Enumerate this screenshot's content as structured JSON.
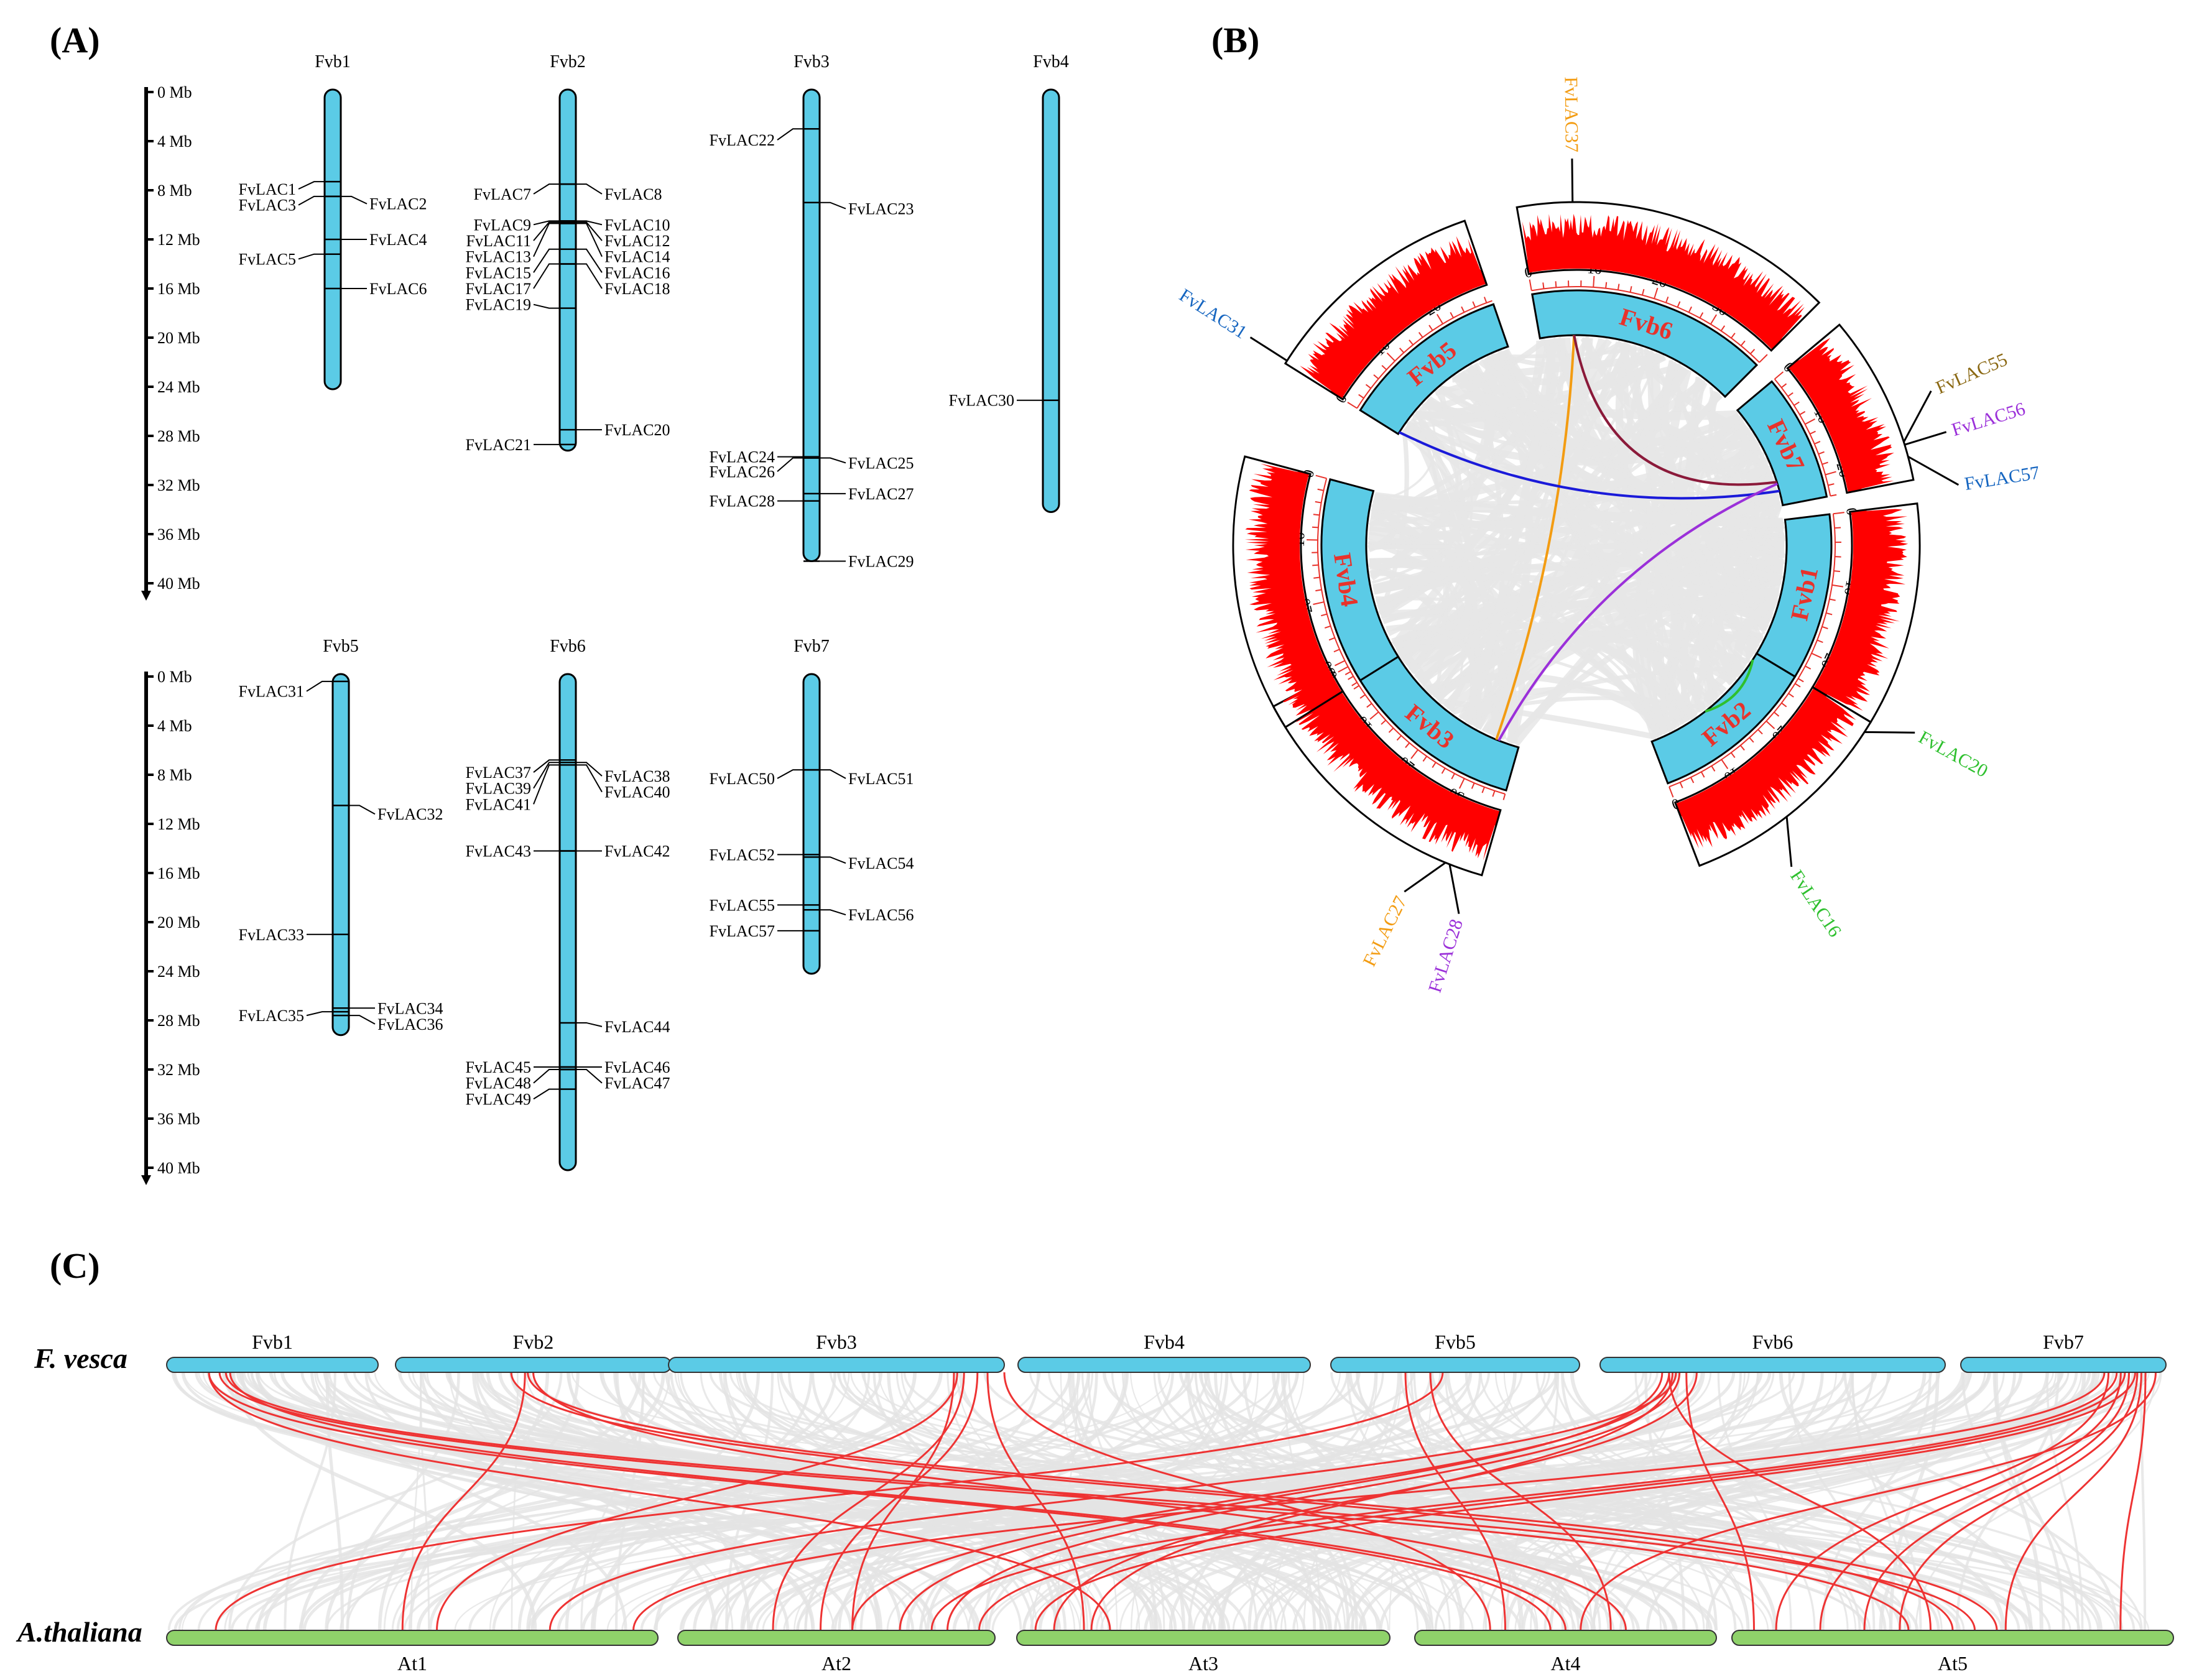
{
  "panels": {
    "a": "(A)",
    "b": "(B)",
    "c": "(C)"
  },
  "colors": {
    "chromosome": "#5bcbe6",
    "density": "#ff0000",
    "ribbon": "#eeeeee",
    "link_red": "#ee3333",
    "nuclear": "#8fd26a",
    "FvLAC37": "#f39c12",
    "FvLAC31": "#1565c0",
    "FvLAC55": "#8b6914",
    "FvLAC56": "#9b30d9",
    "FvLAC57": "#1565c0",
    "FvLAC28": "#9b30d9",
    "FvLAC27": "#f39c12",
    "FvLAC20": "#2ec02e",
    "FvLAC16": "#2ec02e"
  },
  "map": {
    "scale_labels": [
      "0 Mb",
      "4 Mb",
      "8 Mb",
      "12 Mb",
      "16 Mb",
      "20 Mb",
      "24 Mb",
      "28 Mb",
      "32 Mb",
      "36 Mb",
      "40 Mb"
    ],
    "scale_max_mb": 40,
    "rows": [
      {
        "chromosomes": [
          {
            "name": "Fvb1",
            "length_mb": 24,
            "genes": [
              {
                "name": "FvLAC1",
                "mb": 7.3,
                "side": "left",
                "label_mb": 7.9
              },
              {
                "name": "FvLAC3",
                "mb": 8.5,
                "side": "left",
                "label_mb": 9.2
              },
              {
                "name": "FvLAC2",
                "mb": 8.5,
                "side": "right",
                "label_mb": 9.1
              },
              {
                "name": "FvLAC4",
                "mb": 12.0,
                "side": "right",
                "label_mb": 12.0
              },
              {
                "name": "FvLAC5",
                "mb": 13.2,
                "side": "left",
                "label_mb": 13.6
              },
              {
                "name": "FvLAC6",
                "mb": 16.0,
                "side": "right",
                "label_mb": 16.0
              }
            ]
          },
          {
            "name": "Fvb2",
            "length_mb": 29,
            "genes": [
              {
                "name": "FvLAC7",
                "mb": 7.5,
                "side": "left",
                "label_mb": 8.3
              },
              {
                "name": "FvLAC8",
                "mb": 7.5,
                "side": "right",
                "label_mb": 8.3
              },
              {
                "name": "FvLAC9",
                "mb": 10.5,
                "side": "left",
                "label_mb": 10.8
              },
              {
                "name": "FvLAC11",
                "mb": 10.6,
                "side": "left",
                "label_mb": 12.1
              },
              {
                "name": "FvLAC13",
                "mb": 10.7,
                "side": "left",
                "label_mb": 13.4
              },
              {
                "name": "FvLAC15",
                "mb": 12.8,
                "side": "left",
                "label_mb": 14.7
              },
              {
                "name": "FvLAC17",
                "mb": 14.0,
                "side": "left",
                "label_mb": 16.0
              },
              {
                "name": "FvLAC19",
                "mb": 17.6,
                "side": "left",
                "label_mb": 17.3
              },
              {
                "name": "FvLAC10",
                "mb": 10.5,
                "side": "right",
                "label_mb": 10.8
              },
              {
                "name": "FvLAC12",
                "mb": 10.6,
                "side": "right",
                "label_mb": 12.1
              },
              {
                "name": "FvLAC14",
                "mb": 10.7,
                "side": "right",
                "label_mb": 13.4
              },
              {
                "name": "FvLAC16",
                "mb": 12.8,
                "side": "right",
                "label_mb": 14.7
              },
              {
                "name": "FvLAC18",
                "mb": 14.0,
                "side": "right",
                "label_mb": 16.0
              },
              {
                "name": "FvLAC20",
                "mb": 27.5,
                "side": "right",
                "label_mb": 27.5
              },
              {
                "name": "FvLAC21",
                "mb": 28.7,
                "side": "left",
                "label_mb": 28.7
              }
            ]
          },
          {
            "name": "Fvb3",
            "length_mb": 38,
            "genes": [
              {
                "name": "FvLAC22",
                "mb": 3.0,
                "side": "left",
                "label_mb": 3.9
              },
              {
                "name": "FvLAC23",
                "mb": 9.0,
                "side": "right",
                "label_mb": 9.5
              },
              {
                "name": "FvLAC24",
                "mb": 29.7,
                "side": "left",
                "label_mb": 29.7
              },
              {
                "name": "FvLAC26",
                "mb": 29.8,
                "side": "left",
                "label_mb": 30.9
              },
              {
                "name": "FvLAC25",
                "mb": 29.8,
                "side": "right",
                "label_mb": 30.2
              },
              {
                "name": "FvLAC27",
                "mb": 32.7,
                "side": "right",
                "label_mb": 32.7
              },
              {
                "name": "FvLAC28",
                "mb": 33.3,
                "side": "left",
                "label_mb": 33.3
              },
              {
                "name": "FvLAC29",
                "mb": 38.2,
                "side": "right",
                "label_mb": 38.2
              }
            ]
          },
          {
            "name": "Fvb4",
            "length_mb": 34,
            "genes": [
              {
                "name": "FvLAC30",
                "mb": 25.1,
                "side": "left",
                "label_mb": 25.1
              }
            ]
          }
        ]
      },
      {
        "chromosomes": [
          {
            "name": "Fvb5",
            "length_mb": 29,
            "genes": [
              {
                "name": "FvLAC31",
                "mb": 0.4,
                "side": "left",
                "label_mb": 1.2
              },
              {
                "name": "FvLAC32",
                "mb": 10.5,
                "side": "right",
                "label_mb": 11.2
              },
              {
                "name": "FvLAC33",
                "mb": 21.0,
                "side": "left",
                "label_mb": 21.0
              },
              {
                "name": "FvLAC35",
                "mb": 27.3,
                "side": "left",
                "label_mb": 27.6
              },
              {
                "name": "FvLAC34",
                "mb": 27.0,
                "side": "right",
                "label_mb": 27.0
              },
              {
                "name": "FvLAC36",
                "mb": 27.6,
                "side": "right",
                "label_mb": 28.3
              }
            ]
          },
          {
            "name": "Fvb6",
            "length_mb": 40,
            "genes": [
              {
                "name": "FvLAC37",
                "mb": 6.8,
                "side": "left",
                "label_mb": 7.8
              },
              {
                "name": "FvLAC39",
                "mb": 7.0,
                "side": "left",
                "label_mb": 9.1
              },
              {
                "name": "FvLAC41",
                "mb": 7.2,
                "side": "left",
                "label_mb": 10.4
              },
              {
                "name": "FvLAC38",
                "mb": 7.0,
                "side": "right",
                "label_mb": 8.1
              },
              {
                "name": "FvLAC40",
                "mb": 7.2,
                "side": "right",
                "label_mb": 9.4
              },
              {
                "name": "FvLAC43",
                "mb": 14.2,
                "side": "left",
                "label_mb": 14.2
              },
              {
                "name": "FvLAC42",
                "mb": 14.2,
                "side": "right",
                "label_mb": 14.2
              },
              {
                "name": "FvLAC44",
                "mb": 28.2,
                "side": "right",
                "label_mb": 28.5
              },
              {
                "name": "FvLAC45",
                "mb": 31.8,
                "side": "left",
                "label_mb": 31.8
              },
              {
                "name": "FvLAC48",
                "mb": 32.0,
                "side": "left",
                "label_mb": 33.1
              },
              {
                "name": "FvLAC49",
                "mb": 33.6,
                "side": "left",
                "label_mb": 34.4
              },
              {
                "name": "FvLAC46",
                "mb": 31.8,
                "side": "right",
                "label_mb": 31.8
              },
              {
                "name": "FvLAC47",
                "mb": 32.0,
                "side": "right",
                "label_mb": 33.1
              }
            ]
          },
          {
            "name": "Fvb7",
            "length_mb": 24,
            "genes": [
              {
                "name": "FvLAC50",
                "mb": 7.6,
                "side": "left",
                "label_mb": 8.3
              },
              {
                "name": "FvLAC51",
                "mb": 7.6,
                "side": "right",
                "label_mb": 8.3
              },
              {
                "name": "FvLAC52",
                "mb": 14.5,
                "side": "left",
                "label_mb": 14.5
              },
              {
                "name": "FvLAC54",
                "mb": 14.7,
                "side": "right",
                "label_mb": 15.2
              },
              {
                "name": "FvLAC55",
                "mb": 18.6,
                "side": "left",
                "label_mb": 18.6
              },
              {
                "name": "FvLAC56",
                "mb": 19.0,
                "side": "right",
                "label_mb": 19.4
              },
              {
                "name": "FvLAC57",
                "mb": 20.7,
                "side": "left",
                "label_mb": 20.7
              }
            ]
          }
        ]
      }
    ]
  },
  "circos": {
    "chromosomes": [
      {
        "name": "Fvb1",
        "length_mb": 24,
        "ticks": [
          "0",
          "10",
          "20"
        ]
      },
      {
        "name": "Fvb2",
        "length_mb": 29,
        "ticks": [
          "0",
          "10",
          "20"
        ]
      },
      {
        "name": "Fvb3",
        "length_mb": 38,
        "ticks": [
          "0",
          "10",
          "20",
          "30"
        ]
      },
      {
        "name": "Fvb4",
        "length_mb": 34,
        "ticks": [
          "0",
          "10",
          "20",
          "30"
        ]
      },
      {
        "name": "Fvb5",
        "length_mb": 29,
        "ticks": [
          "0",
          "10",
          "20"
        ]
      },
      {
        "name": "Fvb6",
        "length_mb": 40,
        "ticks": [
          "0",
          "10",
          "20",
          "30"
        ]
      },
      {
        "name": "Fvb7",
        "length_mb": 24,
        "ticks": [
          "0",
          "10",
          "20"
        ]
      }
    ],
    "gene_labels": [
      "FvLAC37",
      "FvLAC31",
      "FvLAC55",
      "FvLAC56",
      "FvLAC57",
      "FvLAC28",
      "FvLAC27",
      "FvLAC20",
      "FvLAC16"
    ],
    "segmental_duplications": [
      {
        "a": "FvLAC37",
        "b": "FvLAC27"
      },
      {
        "a": "FvLAC31",
        "b": "FvLAC57"
      },
      {
        "a": "FvLAC37",
        "b": "FvLAC55"
      },
      {
        "a": "FvLAC28",
        "b": "FvLAC56"
      },
      {
        "a": "FvLAC20",
        "b": "FvLAC16"
      }
    ]
  },
  "synteny": {
    "top_species": "F. vesca",
    "bottom_species": "A.thaliana",
    "top": [
      {
        "name": "Fvb1",
        "length_mb": 24
      },
      {
        "name": "Fvb2",
        "length_mb": 29
      },
      {
        "name": "Fvb3",
        "length_mb": 38
      },
      {
        "name": "Fvb4",
        "length_mb": 34
      },
      {
        "name": "Fvb5",
        "length_mb": 29
      },
      {
        "name": "Fvb6",
        "length_mb": 40
      },
      {
        "name": "Fvb7",
        "length_mb": 24
      }
    ],
    "bottom": [
      {
        "name": "At1",
        "length_mb": 30.4
      },
      {
        "name": "At2",
        "length_mb": 19.7
      },
      {
        "name": "At3",
        "length_mb": 23.5
      },
      {
        "name": "At4",
        "length_mb": 18.6
      },
      {
        "name": "At5",
        "length_mb": 27.0
      }
    ]
  }
}
